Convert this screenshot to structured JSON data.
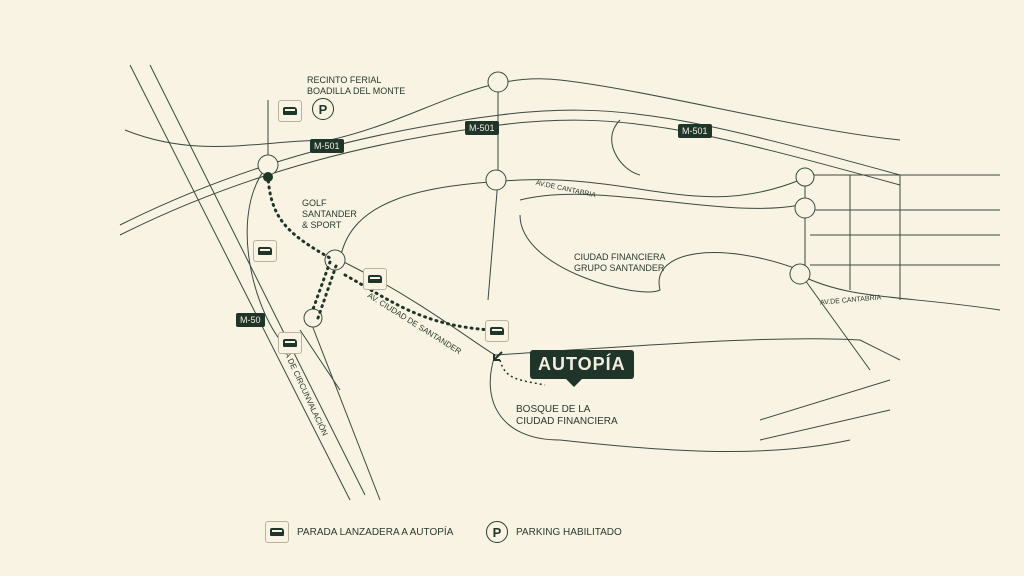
{
  "map": {
    "labels": {
      "recinto": "RECINTO FERIAL\nBOADILLA DEL MONTE",
      "golf": "GOLF\nSANTANDER\n& SPORT",
      "cantabria1": "AV.DE CANTABRIA",
      "cantabria2": "AV.DE CANTABRIA",
      "ciudad_fin": "CIUDAD FINANCIERA\nGRUPO SANTANDER",
      "av_santander": "AV. CIUDAD DE SANTANDER",
      "circunvalacion": "VÍA DE CIRCUNVALACIÓN",
      "bosque": "BOSQUE DE LA\nCIUDAD FINANCIERA"
    },
    "road_tags": [
      "M-501",
      "M-501",
      "M-501",
      "M-50"
    ],
    "destination": "AUTOPÍA",
    "parking_letter": "P"
  },
  "legend": {
    "shuttle": "PARADA LANZADERA A AUTOPÍA",
    "parking": "PARKING HABILITADO",
    "parking_letter": "P"
  },
  "colors": {
    "background": "#f8f3e2",
    "accent": "#1f3529"
  }
}
